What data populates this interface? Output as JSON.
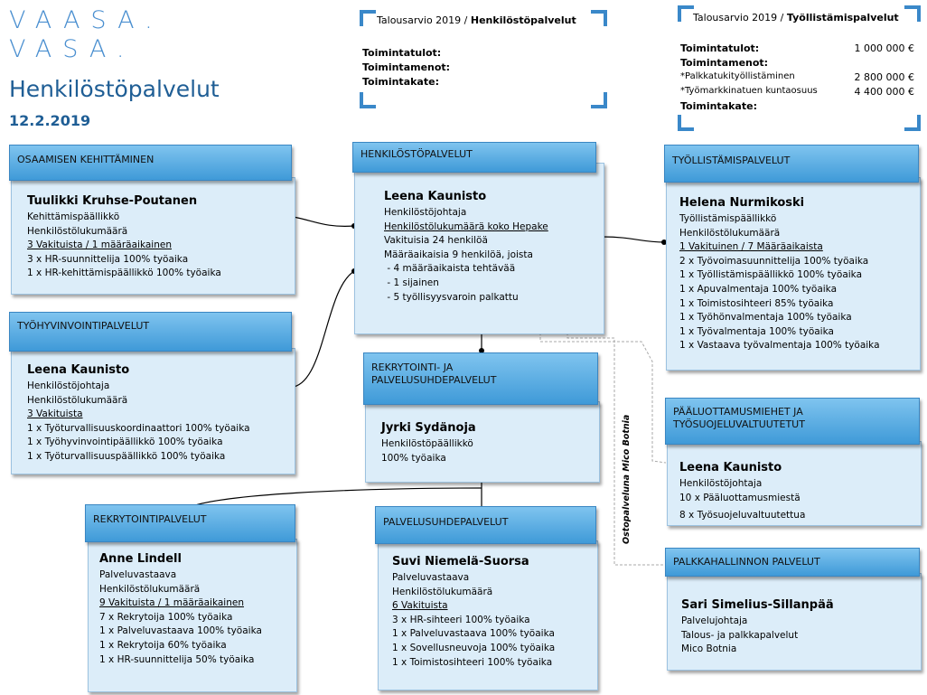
{
  "logo": {
    "line1": "VAASA.",
    "line2": "VASA."
  },
  "title": "Henkilöstöpalvelut",
  "date": "12.2.2019",
  "budget_hp": {
    "prefix": "Talousarvio 2019 / ",
    "bold": "Henkilöstöpalvelut",
    "rows": [
      "Toimintatulot:",
      "Toimintamenot:",
      "Toimintakate:"
    ]
  },
  "budget_tp": {
    "prefix": "Talousarvio 2019 / ",
    "bold": "Työllistämispalvelut",
    "r1": "Toimintatulot:",
    "v1": "1 000 000 €",
    "r2": "Toimintamenot:",
    "r3": "*Palkkatukityöllistäminen",
    "v3": "2 800 000 €",
    "r4": "*Työmarkkinatuen kuntaosuus",
    "v4": "4 400 000 €",
    "r5": "Toimintakate:"
  },
  "units": {
    "osaaminen": {
      "header": "OSAAMISEN KEHITTÄMINEN",
      "name": "Tuulikki Kruhse-Poutanen",
      "lines": [
        "Kehittämispäällikkö",
        "Henkilöstölukumäärä",
        "3 Vakituista / 1 määräaikainen",
        "3 x HR-suunnittelija 100% työaika",
        "1 x HR-kehittämispäällikkö 100% työaika"
      ]
    },
    "henkilostopalvelut": {
      "header": "HENKILÖSTÖPALVELUT",
      "name": "Leena Kaunisto",
      "lines": [
        "Henkilöstöjohtaja",
        "Henkilöstölukumäärä koko Hepake",
        "Vakituisia 24 henkilöä",
        "Määräaikaisia 9 henkilöä, joista",
        " - 4 määräaikaista tehtävää",
        " - 1 sijainen",
        " - 5 työllisyysvaroin palkattu"
      ]
    },
    "tyollistamis": {
      "header": "TYÖLLISTÄMISPALVELUT",
      "name": "Helena Nurmikoski",
      "lines": [
        "Työllistämispäällikkö",
        "Henkilöstölukumäärä",
        "1 Vakituinen / 7 Määräaikaista",
        "2 x Työvoimasuunnittelija 100% työaika",
        "1 x Työllistämispäällikkö 100% työaika",
        "1 x Apuvalmentaja 100% työaika",
        "1 x Toimistosihteeri 85% työaika",
        "1 x Työhönvalmentaja 100% työaika",
        "1 x Työvalmentaja 100% työaika",
        "1 x Vastaava työvalmentaja 100% työaika"
      ]
    },
    "tyohyvinvointi": {
      "header": "TYÖHYVINVOINTIPALVELUT",
      "name": "Leena Kaunisto",
      "lines": [
        "Henkilöstöjohtaja",
        "Henkilöstölukumäärä",
        "3 Vakituista",
        "1 x Työturvallisuuskoordinaattori 100% työaika",
        "1 x Työhyvinvointipäällikkö 100% työaika",
        "1 x Työturvallisuuspäällikkö 100% työaika"
      ]
    },
    "rekrytointi_palvelussuhde": {
      "header1": "REKRYTOINTI- JA",
      "header2": "PALVELUSUHDEPALVELUT",
      "name": "Jyrki Sydänoja",
      "lines": [
        "Henkilöstöpäällikkö",
        "100% työaika"
      ]
    },
    "paaluottamus": {
      "header1": "PÄÄLUOTTAMUSMIEHET JA",
      "header2": "TYÖSUOJELUVALTUUTETUT",
      "name": "Leena Kaunisto",
      "lines": [
        "Henkilöstöjohtaja",
        "10 x Pääluottamusmiestä",
        "8 x Työsuojeluvaltuutettua"
      ]
    },
    "rekrytointi": {
      "header": "REKRYTOINTIPALVELUT",
      "name": "Anne Lindell",
      "lines": [
        "Palveluvastaava",
        "Henkilöstölukumäärä",
        "9 Vakituista / 1 määräaikainen",
        "7 x Rekrytoija 100% työaika",
        "1 x Palveluvastaava 100% työaika",
        "1 x Rekrytoija 60% työaika",
        "1 x HR-suunnittelija 50% työaika"
      ]
    },
    "palvelussuhde": {
      "header": "PALVELUSUHDEPALVELUT",
      "name": "Suvi Niemelä-Suorsa",
      "lines": [
        "Palveluvastaava",
        "Henkilöstölukumäärä",
        "6 Vakituista",
        "3 x HR-sihteeri 100% työaika",
        "1 x Palveluvastaava 100% työaika",
        "1 x Sovellusneuvoja 100% työaika",
        "1 x Toimistosihteeri 100% työaika"
      ]
    },
    "palkkahallinto": {
      "header": "PALKKAHALLINNON PALVELUT",
      "name": "Sari Simelius-Sillanpää",
      "lines": [
        "Palvelujohtaja",
        "Talous- ja palkkapalvelut",
        "Mico Botnia"
      ]
    }
  },
  "ostopalveluna": "Ostopalveluna Mico Botnia",
  "colors": {
    "accent": "#3f9ad8",
    "box_fill": "#dcedf9",
    "title": "#1f5e95"
  }
}
